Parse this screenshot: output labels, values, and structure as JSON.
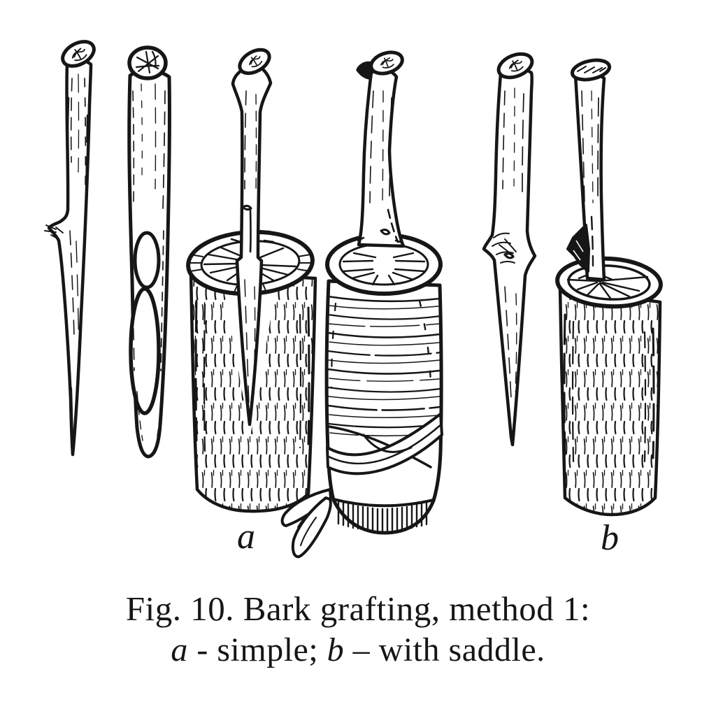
{
  "figure": {
    "kind": "book-illustration",
    "colors": {
      "ink": "#161616",
      "paper": "#ffffff"
    },
    "panels": [
      {
        "name": "scion-long-oblique-cut-side-view"
      },
      {
        "name": "scion-cut-face-front-view"
      },
      {
        "name": "stock-stump-with-scion-inserted",
        "label": "a"
      },
      {
        "name": "stock-stump-bound-with-wrapping"
      },
      {
        "name": "scion-with-saddle-shoulder-cut"
      },
      {
        "name": "stock-stump-with-saddle-scion",
        "label": "b"
      }
    ],
    "labels": {
      "a": "a",
      "b": "b"
    },
    "caption": {
      "line1": "Fig. 10. Bark grafting, method 1:",
      "line2_a": "a",
      "line2_mid": " - simple; ",
      "line2_b": "b",
      "line2_end": " – with saddle."
    }
  }
}
